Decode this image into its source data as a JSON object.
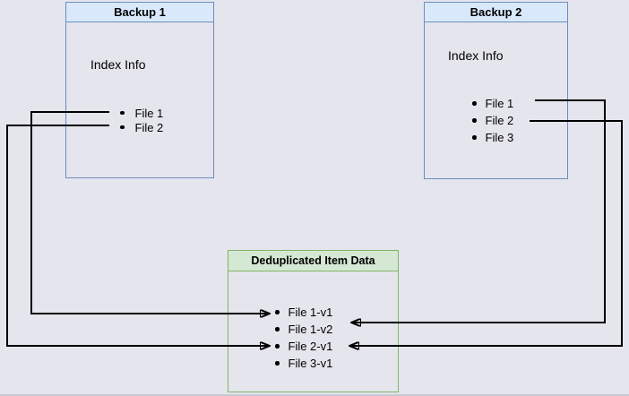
{
  "backup1": {
    "title": "Backup 1",
    "index_label": "Index Info",
    "files": [
      "File 1",
      "File 2"
    ]
  },
  "backup2": {
    "title": "Backup 2",
    "index_label": "Index Info",
    "files": [
      "File 1",
      "File 2",
      "File 3"
    ]
  },
  "dedup": {
    "title": "Deduplicated Item Data",
    "items": [
      "File 1-v1",
      "File 1-v2",
      "File 2-v1",
      "File 3-v1"
    ]
  },
  "connections": [
    {
      "from": "Backup 1 / File 1",
      "to": "File 1-v1"
    },
    {
      "from": "Backup 1 / File 2",
      "to": "File 2-v1"
    },
    {
      "from": "Backup 2 / File 1",
      "to": "File 1-v2"
    },
    {
      "from": "Backup 2 / File 2",
      "to": "File 2-v1"
    }
  ],
  "colors": {
    "background": "#e5e5ed",
    "blue_fill": "#dae8fc",
    "blue_border": "#6c8ebf",
    "green_fill": "#d5e8d4",
    "green_border": "#82b366",
    "arrow": "#000000"
  }
}
